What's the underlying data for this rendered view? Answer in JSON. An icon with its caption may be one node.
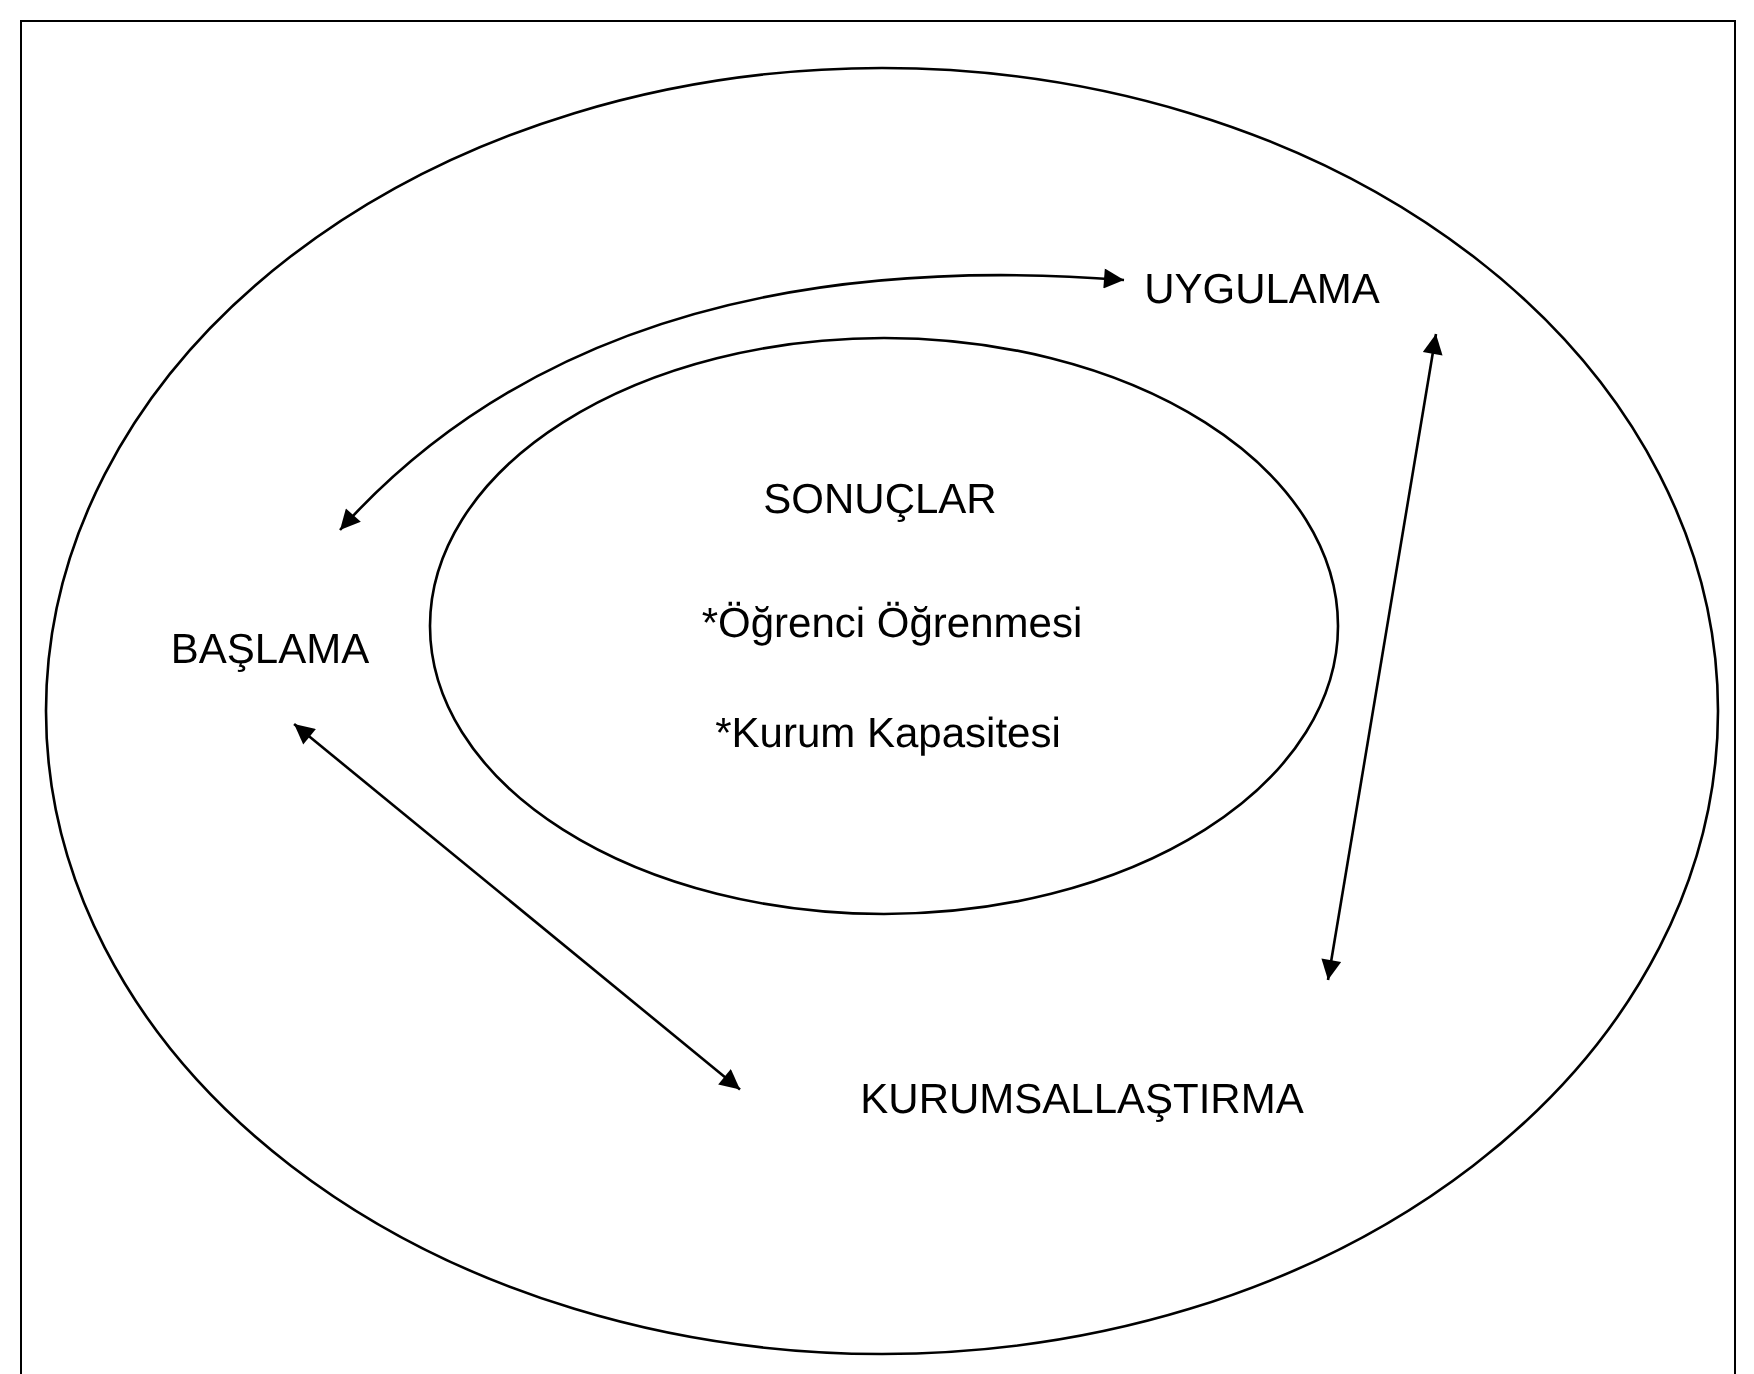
{
  "diagram": {
    "nodes": [
      {
        "text": [],
        "shape": "circle"
      },
      {
        "text": [
          "UYGULAMA"
        ],
        "in": 0
      },
      {
        "text": [
          "SONUÇLAR",
          "*Öğrenci Öğrenmesi",
          "*Kurum Kapasitesi"
        ],
        "in": 0
      },
      {
        "text": [
          "BAŞLAMA"
        ],
        "in": 0
      },
      {
        "text": [
          "KURUMSALLAŞTIRMA"
        ],
        "in": 0
      }
    ],
    "edges": [
      {
        "from": 3,
        "to": 1,
        "arrow": "both"
      },
      {
        "from": 1,
        "to": 4,
        "arrow": "both"
      },
      {
        "from": 3,
        "to": 4,
        "arrow": "both"
      }
    ]
  }
}
